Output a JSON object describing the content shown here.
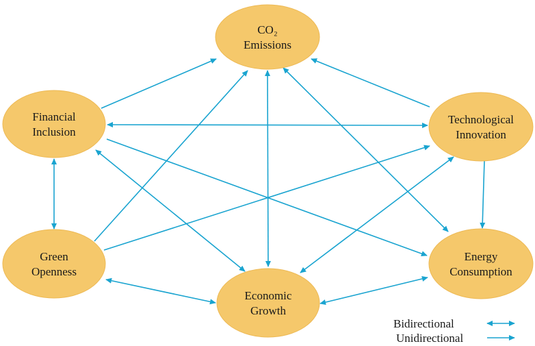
{
  "colors": {
    "node_fill": "#F5C86B",
    "node_stroke": "#EDB954",
    "arrow": "#1AA4D0",
    "text": "#1a1a1a"
  },
  "nodes": {
    "co2": {
      "line1": "CO₂",
      "line2": "Emissions"
    },
    "financial": {
      "line1": "Financial",
      "line2": "Inclusion"
    },
    "technological": {
      "line1": "Technological",
      "line2": "Innovation"
    },
    "green": {
      "line1": "Green",
      "line2": "Openness"
    },
    "economic": {
      "line1": "Economic",
      "line2": "Growth"
    },
    "energy": {
      "line1": "Energy",
      "line2": "Consumption"
    }
  },
  "edges": [
    {
      "from": "financial",
      "to": "co2",
      "type": "unidirectional"
    },
    {
      "from": "technological",
      "to": "co2",
      "type": "unidirectional"
    },
    {
      "from": "green",
      "to": "co2",
      "type": "unidirectional"
    },
    {
      "from": "economic",
      "to": "co2",
      "type": "bidirectional"
    },
    {
      "from": "energy",
      "to": "co2",
      "type": "bidirectional"
    },
    {
      "from": "financial",
      "to": "technological",
      "type": "bidirectional"
    },
    {
      "from": "financial",
      "to": "green",
      "type": "bidirectional"
    },
    {
      "from": "financial",
      "to": "economic",
      "type": "bidirectional"
    },
    {
      "from": "financial",
      "to": "energy",
      "type": "unidirectional"
    },
    {
      "from": "green",
      "to": "technological",
      "type": "unidirectional"
    },
    {
      "from": "technological",
      "to": "economic",
      "type": "bidirectional"
    },
    {
      "from": "technological",
      "to": "energy",
      "type": "unidirectional"
    },
    {
      "from": "green",
      "to": "economic",
      "type": "bidirectional"
    },
    {
      "from": "economic",
      "to": "energy",
      "type": "bidirectional"
    }
  ],
  "legend": {
    "bidirectional": "Bidirectional",
    "unidirectional": "Unidirectional"
  }
}
